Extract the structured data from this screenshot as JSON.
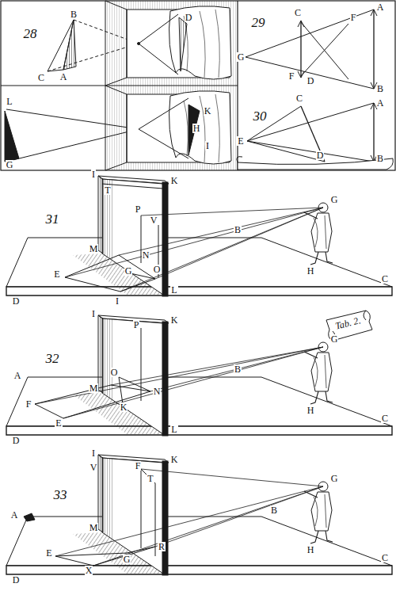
{
  "diagram": {
    "labels": [
      "28",
      "B",
      "C",
      "A",
      "L",
      "G",
      "D",
      "K",
      "H",
      "I",
      "29",
      "C",
      "F",
      "A",
      "G",
      "F",
      "D",
      "B",
      "30",
      "C",
      "A",
      "E",
      "D",
      "B",
      "31",
      "I",
      "T",
      "K",
      "P",
      "V",
      "M",
      "N",
      "G",
      "O",
      "E",
      "I",
      "L",
      "D",
      "B",
      "C",
      "G",
      "H",
      "32",
      "I",
      "K",
      "P",
      "A",
      "M",
      "O",
      "N",
      "F",
      "E",
      "K",
      "L",
      "D",
      "B",
      "C",
      "G",
      "H",
      "Tab. 2.",
      "33",
      "I",
      "V",
      "K",
      "F",
      "T",
      "M",
      "A",
      "G",
      "R",
      "E",
      "X",
      "D",
      "B",
      "G",
      "H",
      "C"
    ]
  }
}
